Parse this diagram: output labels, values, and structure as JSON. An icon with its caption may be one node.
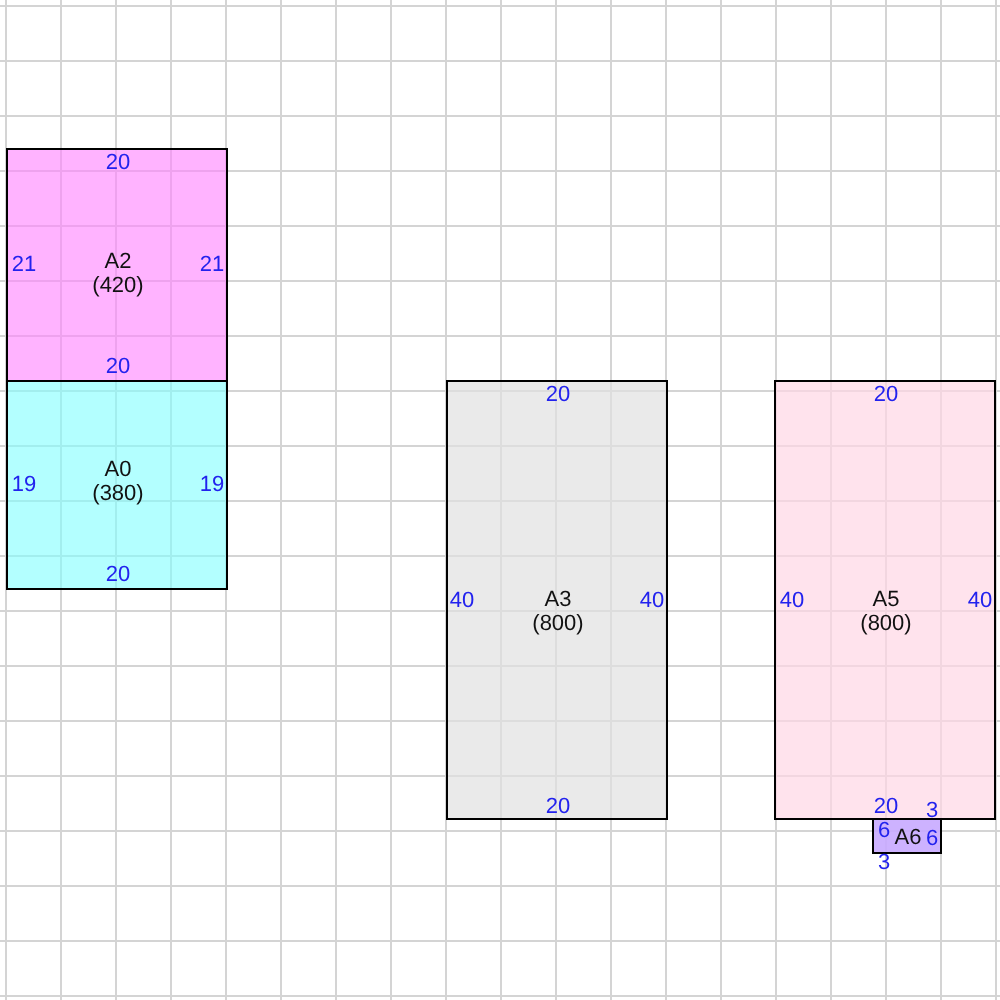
{
  "diagram": {
    "nodes": [
      {
        "text": [
          "20",
          "21",
          "A2 (420)",
          "21",
          "20"
        ]
      },
      {
        "text": [
          "19",
          "A0 (380)",
          "19",
          "20"
        ]
      },
      {
        "text": [
          "20",
          "40",
          "A3 (800)",
          "40",
          "20"
        ]
      },
      {
        "text": [
          "20",
          "40",
          "A5 (800)",
          "40",
          "20"
        ]
      },
      {
        "text": [
          "6",
          "A6",
          "6"
        ],
        "beside": [
          "3",
          "3"
        ]
      }
    ],
    "edges": []
  }
}
